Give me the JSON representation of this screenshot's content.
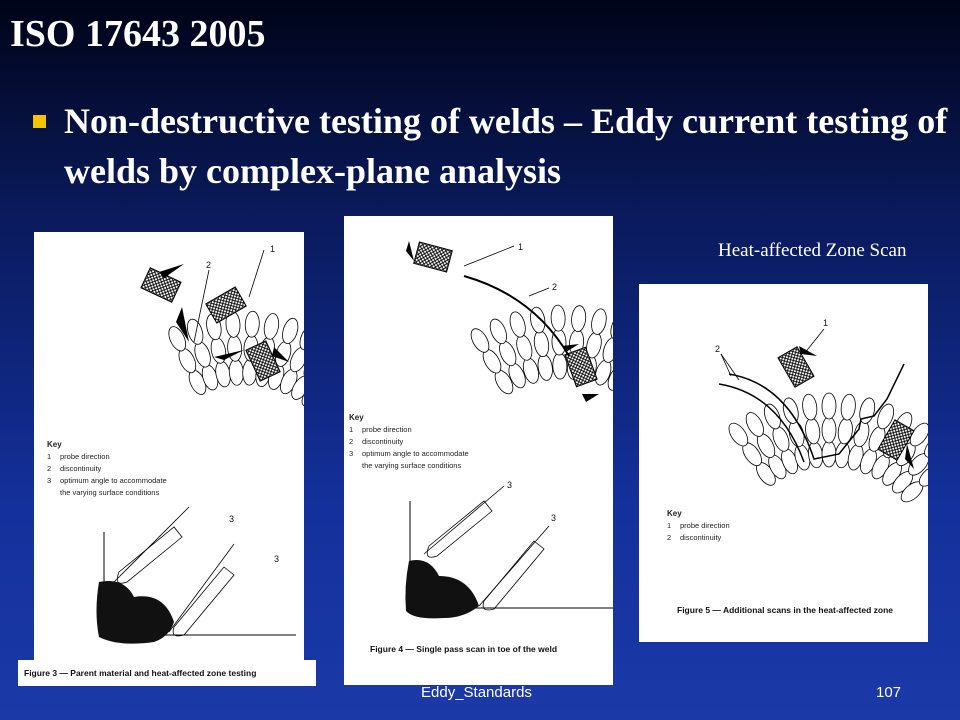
{
  "slide": {
    "title": "ISO 17643 2005",
    "bullet": "Non-destructive testing of welds – Eddy current testing of welds by complex-plane analysis",
    "heat_label": "Heat-affected Zone Scan",
    "footer_center": "Eddy_Standards",
    "page_number": "107",
    "bullet_color": "#f5c400"
  },
  "key": {
    "heading": "Key",
    "items": [
      {
        "n": "1",
        "text": "probe direction"
      },
      {
        "n": "2",
        "text": "discontinuity"
      },
      {
        "n": "3",
        "text": "optimum angle to accommodate"
      },
      {
        "n": "",
        "text": "the varying surface conditions"
      }
    ]
  },
  "figures": [
    {
      "caption": "Figure 3 — Parent material and heat-affected zone testing",
      "callouts": [
        "1",
        "2",
        "3",
        "3"
      ]
    },
    {
      "caption": "Figure 4 — Single pass scan in toe of the weld",
      "callouts": [
        "1",
        "2",
        "3",
        "3"
      ]
    },
    {
      "caption": "Figure 5 — Additional scans in the heat-affected zone",
      "callouts": [
        "1",
        "2"
      ]
    }
  ]
}
